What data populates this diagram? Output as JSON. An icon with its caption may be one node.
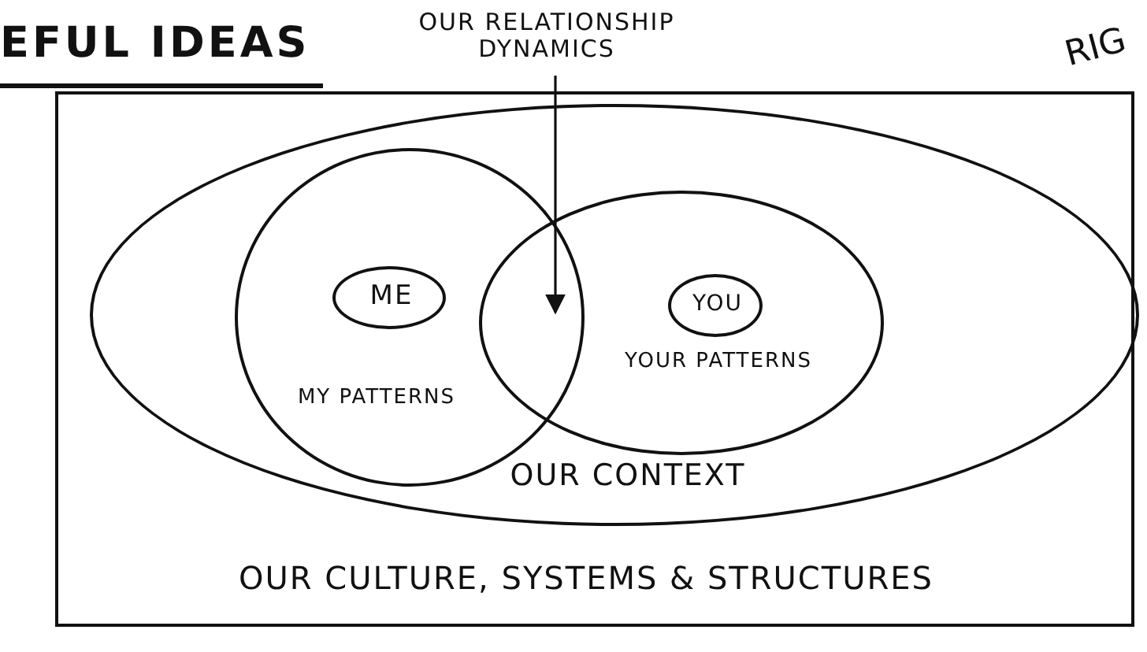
{
  "diagram": {
    "title": "EFUL IDEAS",
    "nodes": [
      {
        "text": [
          "OUR CULTURE, SYSTEMS & STRUCTURES"
        ]
      },
      {
        "text": [
          "OUR CONTEXT"
        ],
        "in": 0
      },
      {
        "text": [
          "MY PATTERNS"
        ],
        "in": 1
      },
      {
        "text": [
          "YOUR PATTERNS"
        ],
        "in": 1
      },
      {
        "text": [
          "ME"
        ],
        "in": 2
      },
      {
        "text": [
          "YOU"
        ],
        "in": 3
      },
      {
        "text": [
          "OUR RELATIONSHIP DYNAMICS"
        ]
      }
    ],
    "edges": [
      {
        "from": 6,
        "to": 2,
        "arrow": "to"
      }
    ],
    "labels": [
      "RIG"
    ]
  }
}
